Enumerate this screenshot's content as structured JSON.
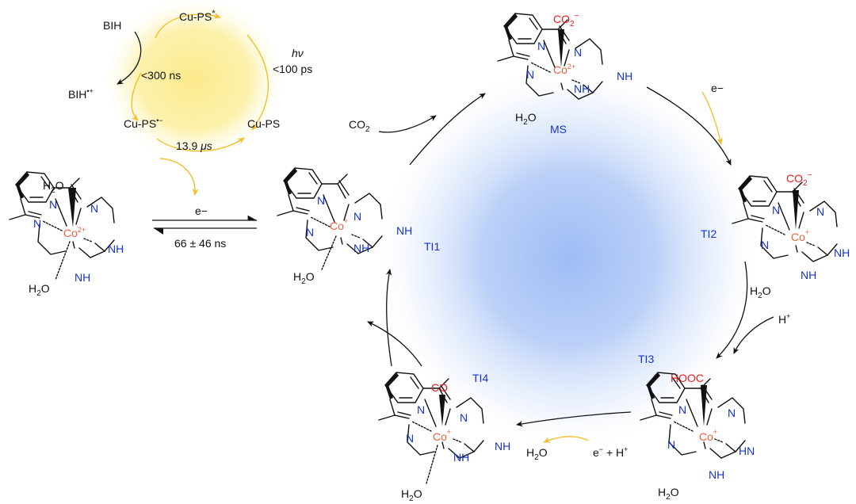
{
  "colors": {
    "metal": "#f0603a",
    "ligand_n": "#1533d6",
    "ligand_o": "#ee1c1c",
    "label": "#1533d6",
    "yellow_arrow": "#f2c12c",
    "glow_yellow": "#fbe98a",
    "glow_blue": "#a9c4f7"
  },
  "photocycle": {
    "bih": "BIH",
    "bih_rad": "BIH",
    "bih_rad_sup": "•+",
    "cu_ps_star": "Cu-PS",
    "cu_ps_star_sup": "*",
    "cu_ps": "Cu-PS",
    "cu_ps_red": "Cu-PS",
    "cu_ps_red_sup": "•−",
    "hv": "hν",
    "t_300": "<300 ns",
    "t_100": "<100 ps",
    "t_13": "13.9 ",
    "t_13_unit": "μs"
  },
  "equilibrium": {
    "e_label": "e−",
    "rate": "66 ± 46 ns"
  },
  "complexes": {
    "co2plus": "Co",
    "co2plus_sup": "2+",
    "coplus": "Co",
    "coplus_sup": "+",
    "n": "N",
    "nh": "NH",
    "hn": "HN",
    "h2o": "H",
    "h2o_sub": "2",
    "h2o_o": "O",
    "co2_ligand": "CO",
    "co2_ligand_sub": "2",
    "co2_ligand_sup": "−",
    "cooh": "HOOC",
    "co_ligand": "CO"
  },
  "cycle": {
    "co2": "CO",
    "co2_sub": "2",
    "e1": "e−",
    "hplus": "H",
    "hplus_sup": "+",
    "eh": "e",
    "eh_sup1": "−",
    "eh_plus": " + H",
    "eh_sup2": "+",
    "water": "H",
    "water_sub": "2",
    "water_o": "O",
    "labels": {
      "MS": "MS",
      "TI1": "TI1",
      "TI2": "TI2",
      "TI3": "TI3",
      "TI4": "TI4"
    }
  }
}
